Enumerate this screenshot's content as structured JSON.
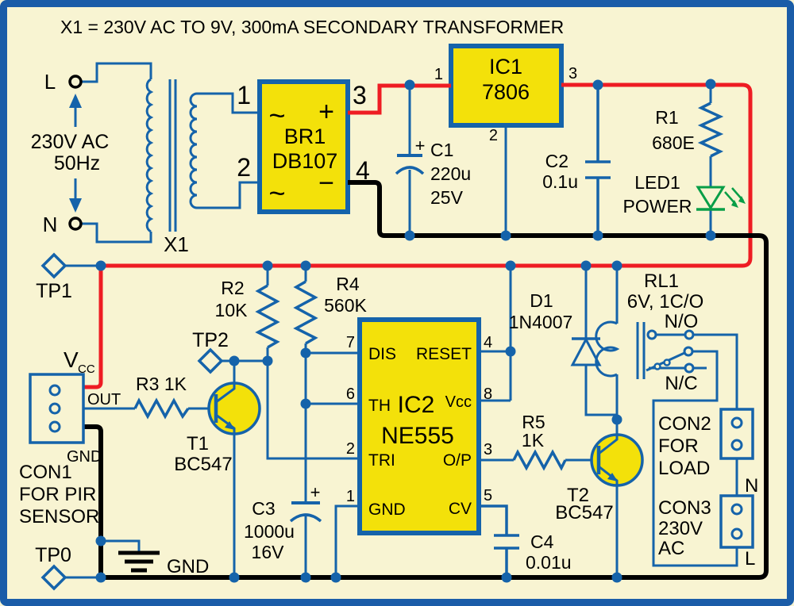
{
  "title": "X1 = 230V AC TO 9V, 300mA SECONDARY TRANSFORMER",
  "colors": {
    "wire_blue": "#1563aa",
    "rail_positive_red": "#ee1c23",
    "rail_ground_black": "#000000",
    "led_green": "#089e47",
    "component_yellow": "#f3e10a",
    "background": "#f8f4d2",
    "border_blue": "#1a5ca8"
  },
  "power": {
    "live": "L",
    "neutral": "N",
    "voltage": "230V AC",
    "frequency": "50Hz"
  },
  "transformer": {
    "ref": "X1"
  },
  "bridge": {
    "ref": "BR1",
    "part": "DB107",
    "p1": "1",
    "p2": "2",
    "p3": "3",
    "p4": "4",
    "ac_top": "~",
    "ac_bottom": "~",
    "plus": "+",
    "minus": "−"
  },
  "regulator": {
    "ref": "IC1",
    "part": "7806",
    "p1": "1",
    "p2": "2",
    "p3": "3"
  },
  "timer": {
    "ref": "IC2",
    "part": "NE555",
    "pin_dis": "DIS",
    "pin_th": "TH",
    "pin_tri": "TRI",
    "pin_gnd": "GND",
    "pin_reset": "RESET",
    "pin_vcc": "Vcc",
    "pin_op": "O/P",
    "pin_cv": "CV",
    "n7": "7",
    "n6": "6",
    "n2": "2",
    "n1": "1",
    "n4": "4",
    "n8": "8",
    "n3": "3",
    "n5": "5"
  },
  "resistors": {
    "r1": "R1",
    "r1_value": "680E",
    "r2": "R2",
    "r2_value": "10K",
    "r3_label": "R3 1K",
    "r4": "R4",
    "r4_value": "560K",
    "r5": "R5",
    "r5_value": "1K"
  },
  "capacitors": {
    "c1": "C1",
    "c1_value": "220u",
    "c1_rating": "25V",
    "c2": "C2",
    "c2_value": "0.1u",
    "c3": "C3",
    "c3_value": "1000u",
    "c3_rating": "16V",
    "c4": "C4",
    "c4_value": "0.01u",
    "polarity_plus": "+"
  },
  "transistors": {
    "t1": "T1",
    "t1_part": "BC547",
    "t2": "T2",
    "t2_part": "BC547"
  },
  "diode": {
    "ref": "D1",
    "part": "1N4007"
  },
  "led": {
    "ref": "LED1",
    "function": "POWER"
  },
  "relay": {
    "ref": "RL1",
    "spec": "6V, 1C/O",
    "no": "N/O",
    "nc": "N/C"
  },
  "testpoints": {
    "tp0": "TP0",
    "tp1": "TP1",
    "tp2": "TP2"
  },
  "connectors": {
    "con1": {
      "name": "CON1",
      "desc1": "FOR PIR",
      "desc2": "SENSOR",
      "pin_out": "OUT",
      "pin_gnd": "GND",
      "vcc_main": "V",
      "vcc_sub": "CC"
    },
    "con2": {
      "name": "CON2",
      "desc1": "FOR",
      "desc2": "LOAD"
    },
    "con3": {
      "name": "CON3",
      "desc1": "230V",
      "desc2": "AC",
      "neutral": "N",
      "live": "L"
    }
  },
  "ground": {
    "label": "GND"
  }
}
